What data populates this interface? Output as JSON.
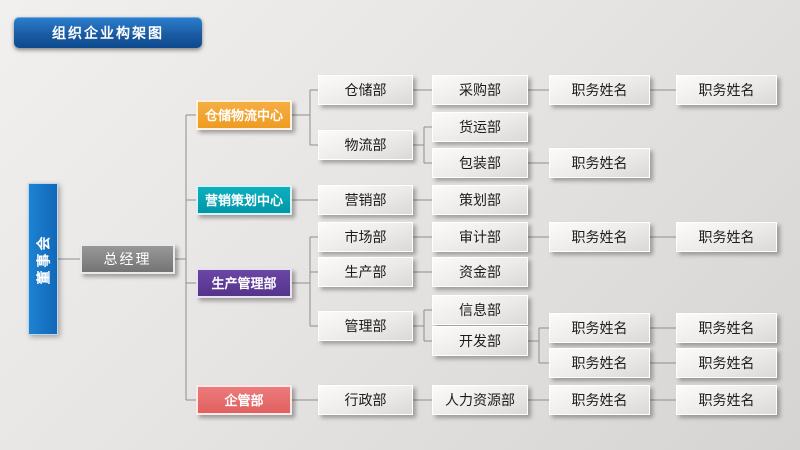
{
  "colors": {
    "title_bar": "#14549C",
    "board_box": "#1878C8",
    "manager_box": "#808080",
    "branch_orange": "#F2A238",
    "branch_teal": "#00A3B4",
    "branch_purple": "#5E3A96",
    "branch_red": "#E66E6E",
    "node_box": "#ECEAE8",
    "connector_line": "#8E8E8E",
    "background": "#E3E1DF"
  },
  "org": {
    "title": "组织企业构架图",
    "board": "董事会",
    "general_manager": "总经理",
    "branches": [
      {
        "label": "仓储物流中心",
        "color": "#F2A238",
        "children": [
          {
            "label": "仓储部",
            "children": [
              {
                "label": "采购部",
                "children": [
                  {
                    "label": "职务姓名",
                    "children": [
                      {
                        "label": "职务姓名"
                      }
                    ]
                  }
                ]
              }
            ]
          },
          {
            "label": "物流部",
            "children": [
              {
                "label": "货运部"
              },
              {
                "label": "包装部",
                "children": [
                  {
                    "label": "职务姓名"
                  }
                ]
              }
            ]
          }
        ]
      },
      {
        "label": "营销策划中心",
        "color": "#00A3B4",
        "children": [
          {
            "label": "营销部",
            "children": [
              {
                "label": "策划部"
              }
            ]
          }
        ]
      },
      {
        "label": "生产管理部",
        "color": "#5E3A96",
        "children": [
          {
            "label": "市场部",
            "children": [
              {
                "label": "审计部",
                "children": [
                  {
                    "label": "职务姓名",
                    "children": [
                      {
                        "label": "职务姓名"
                      }
                    ]
                  }
                ]
              }
            ]
          },
          {
            "label": "生产部",
            "children": [
              {
                "label": "资金部"
              }
            ]
          },
          {
            "label": "管理部",
            "children": [
              {
                "label": "信息部"
              },
              {
                "label": "开发部",
                "children": [
                  {
                    "label": "职务姓名",
                    "children": [
                      {
                        "label": "职务姓名"
                      }
                    ]
                  },
                  {
                    "label": "职务姓名",
                    "children": [
                      {
                        "label": "职务姓名"
                      }
                    ]
                  }
                ]
              }
            ]
          }
        ]
      },
      {
        "label": "企管部",
        "color": "#E66E6E",
        "children": [
          {
            "label": "行政部",
            "children": [
              {
                "label": "人力资源部",
                "children": [
                  {
                    "label": "职务姓名",
                    "children": [
                      {
                        "label": "职务姓名"
                      }
                    ]
                  }
                ]
              }
            ]
          }
        ]
      }
    ]
  }
}
